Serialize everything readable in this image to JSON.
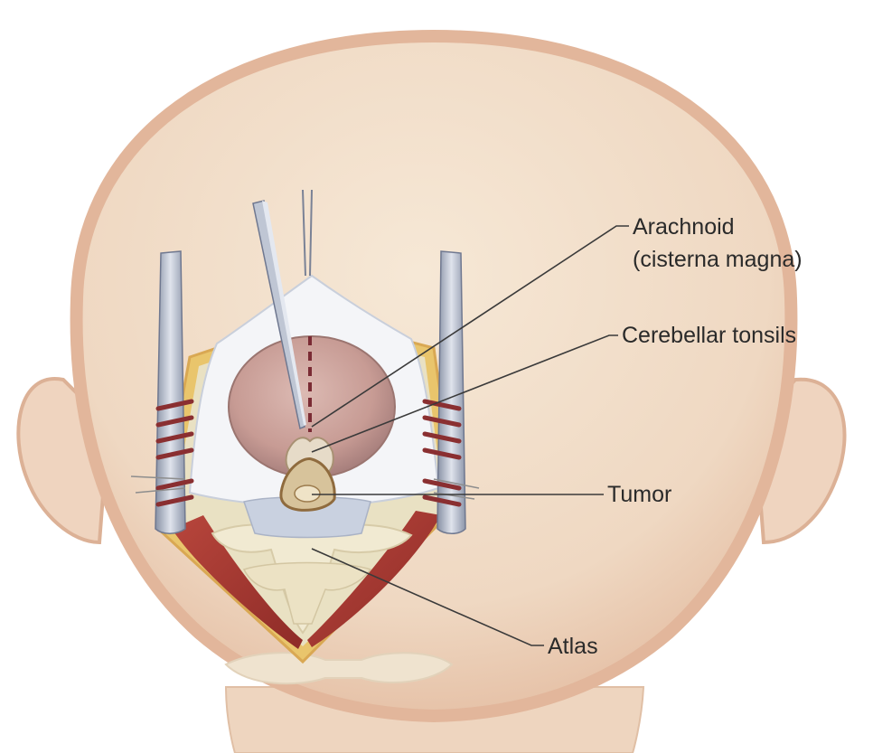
{
  "labels": {
    "arachnoid": "Arachnoid",
    "arachnoid_sub": "(cisterna magna)",
    "cerebellar_tonsils": "Cerebellar tonsils",
    "tumor": "Tumor",
    "atlas": "Atlas"
  },
  "colors": {
    "head_outline": "#dfb7a0",
    "skin": "#f1ddc9",
    "bone": "#e8e2c8",
    "dura": "#f3f3f6",
    "brain": "#c9a09a",
    "muscle": "#a8332e",
    "fat": "#e8c063",
    "retractor": "#a9b1c2",
    "leader_line": "#3a3a3a"
  }
}
